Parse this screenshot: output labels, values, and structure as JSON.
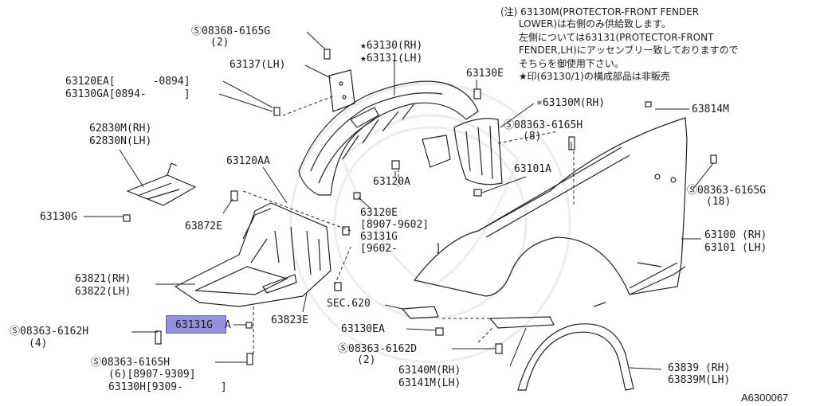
{
  "figure_id": "A6300067",
  "note_lines": [
    "(注) 63130M(PROTECTOR-FRONT FENDER",
    "      LOWER)は右側のみ供給致します。",
    "      左側については63131(PROTECTOR-FRONT",
    "      FENDER,LH)にアッセンブリー致しておりますので",
    "      そちらを御使用下さい。",
    "      ★印(63130/1)の構成部品は非販売"
  ],
  "labels": {
    "p1": "Ⓢ08368-6165G",
    "p1q": "(2)",
    "p2": "63137(LH)",
    "p3a": "63120EA[      -0894]",
    "p3b": "63130GA[0894-      ]",
    "p4a": "62830M(RH)",
    "p4b": "62830N(LH)",
    "p5": "63130G",
    "p6": "63872E",
    "p7": "63120AA",
    "p8a": "★63130(RH)",
    "p8b": "★63131(LH)",
    "p9": "63130E",
    "p10": "∗63130M(RH)",
    "p11": "63120A",
    "p12a": "63120E",
    "p12b": "[8907-9602]",
    "p12c": "63131G",
    "p12d": "[9602-      ]",
    "p13": "Ⓢ08363-6165H",
    "p13q": "(8)",
    "p14": "63101A",
    "p15": "63814M",
    "p16": "Ⓢ08363-6165G",
    "p16q": "(18)",
    "p17a": "63100 (RH)",
    "p17b": "63101 (LH)",
    "p18a": "63821(RH)",
    "p18b": "63822(LH)",
    "p19": "Ⓢ08363-6162H",
    "p19q": "(4)",
    "p20": "63131G",
    "p20s": "A",
    "p21": "63823E",
    "p22": "SEC.620",
    "p23": "63130EA",
    "p24": "Ⓢ08363-6162D",
    "p24q": "(2)",
    "p25a": "63140M(RH)",
    "p25b": "63141M(LH)",
    "p26": "Ⓢ08363-6165H",
    "p26b": "(6)[8907-9309]",
    "p26c": "63130H[9309-      ]",
    "p27a": "63839 (RH)",
    "p27b": "63839M(LH)"
  }
}
